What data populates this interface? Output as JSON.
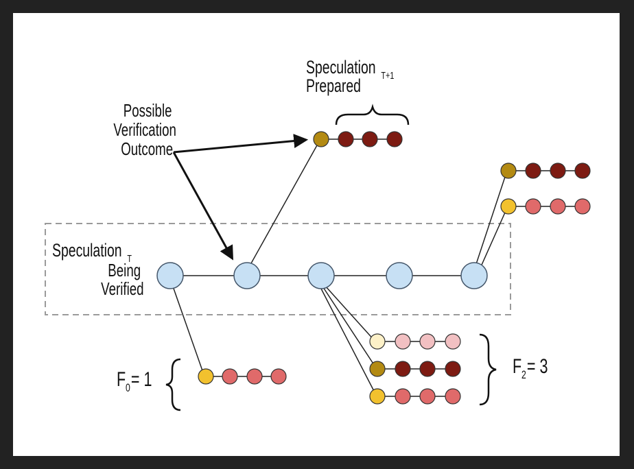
{
  "labels": {
    "possible": "Possible",
    "verification": "Verification",
    "outcome": "Outcome",
    "spec_next_main": "Speculation",
    "spec_next_sub": "T+1",
    "prepared": "Prepared",
    "spec_t_main": "Speculation",
    "spec_t_sub": "T",
    "being": "Being",
    "verified": "Verified",
    "f0_main": "F",
    "f0_sub": "0",
    "f0_eq": "= 1",
    "f2_main": "F",
    "f2_sub": "2",
    "f2_eq": "= 3"
  },
  "colors": {
    "main_node": "#c7e0f4",
    "main_node_stroke": "#44566a",
    "gold": "#f2c12e",
    "dark_gold": "#b38a12",
    "dark_red": "#7d1b12",
    "salmon": "#e06a6a",
    "pale_yellow": "#fdf1c8",
    "pale_pink": "#f2c0c2",
    "box_dash": "#9a9a9a"
  }
}
